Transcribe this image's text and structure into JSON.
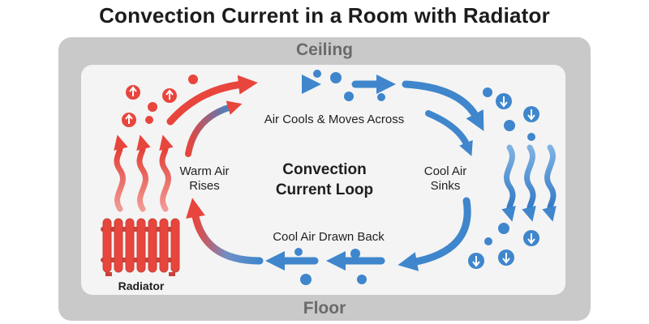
{
  "title": "Convection Current in a Room with Radiator",
  "room": {
    "ceiling": "Ceiling",
    "floor": "Floor"
  },
  "labels": {
    "top": "Air Cools & Moves Across",
    "left_line1": "Warm Air",
    "left_line2": "Rises",
    "center_line1": "Convection",
    "center_line2": "Current Loop",
    "right_line1": "Cool Air",
    "right_line2": "Sinks",
    "bottom": "Cool Air Drawn Back",
    "radiator": "Radiator"
  },
  "colors": {
    "warm": "#e8453c",
    "cool": "#3f86cc",
    "ceiling_floor": "#c9c9c9",
    "room_bg": "#f4f4f4"
  },
  "icons": {
    "warm_particle": "up-arrow-circle",
    "cool_particle": "down-arrow-circle",
    "heat_wave": "wavy-up-arrow",
    "cool_wave": "wavy-down-arrow",
    "radiator": "radiator-icon"
  }
}
